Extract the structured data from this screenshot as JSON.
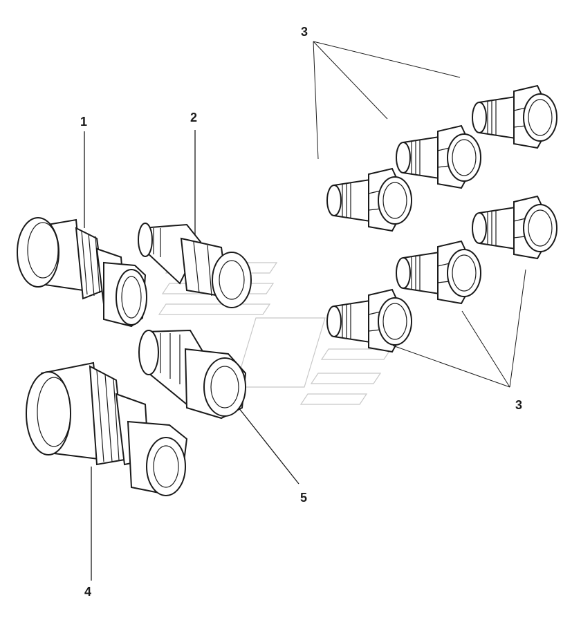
{
  "callouts": {
    "c1": "1",
    "c2": "2",
    "c3a": "3",
    "c3b": "3",
    "c4": "4",
    "c5": "5"
  },
  "colors": {
    "line": "#1a1a1a",
    "background": "#ffffff",
    "watermark": "#c8c8c8"
  }
}
